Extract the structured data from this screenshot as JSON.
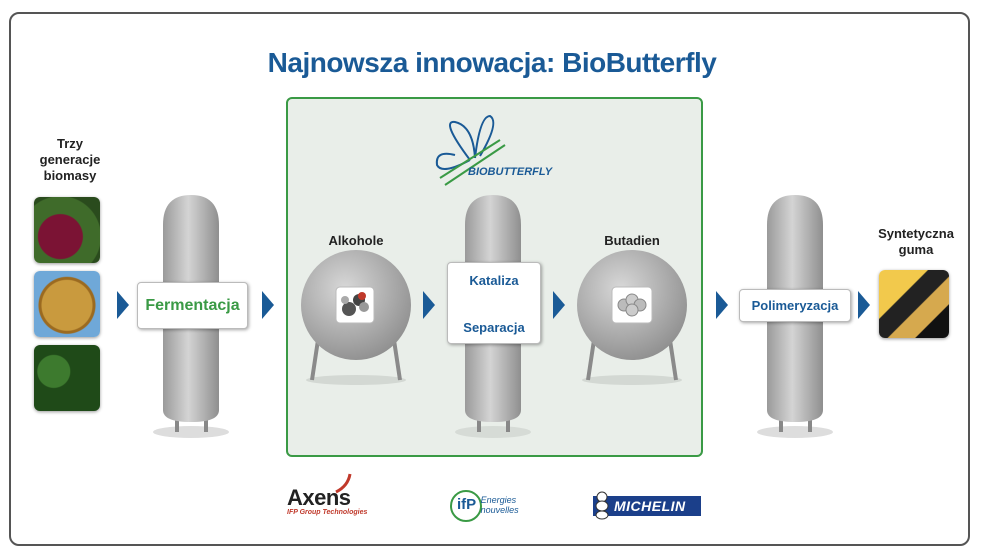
{
  "title": "Najnowsza innowacja: BioButterfly",
  "biomass_label": "Trzy generacje biomasy",
  "biomass_label_lines": [
    "Trzy",
    "generacje",
    "biomasy"
  ],
  "steps": {
    "fermentation": "Fermentacja",
    "alcohols": "Alkohole",
    "catalysis": "Kataliza",
    "separation": "Separacja",
    "butadiene": "Butadien",
    "polymerization": "Polimeryzacja",
    "synthetic_rubber_lines": [
      "Syntetyczna",
      "guma"
    ]
  },
  "process_logo": "BIOBUTTERFLY",
  "partners": {
    "axens": "Axens",
    "axens_sub": "IFP Group Technologies",
    "ifp_short": "ifP",
    "ifp_text": "Energies nouvelles",
    "michelin": "MICHELIN"
  },
  "icons": [
    "beetroot-image",
    "hay-bale-image",
    "spinach-image",
    "ethanol-molecule-icon",
    "butadiene-molecule-icon",
    "rubber-image",
    "butterfly-logo-icon",
    "refresh-arrows-icon",
    "michelin-man-icon"
  ],
  "colors": {
    "title": "#1a5a96",
    "green": "#3a9a45",
    "arrow": "#1a5a96",
    "tank": "#b9b9b9"
  }
}
